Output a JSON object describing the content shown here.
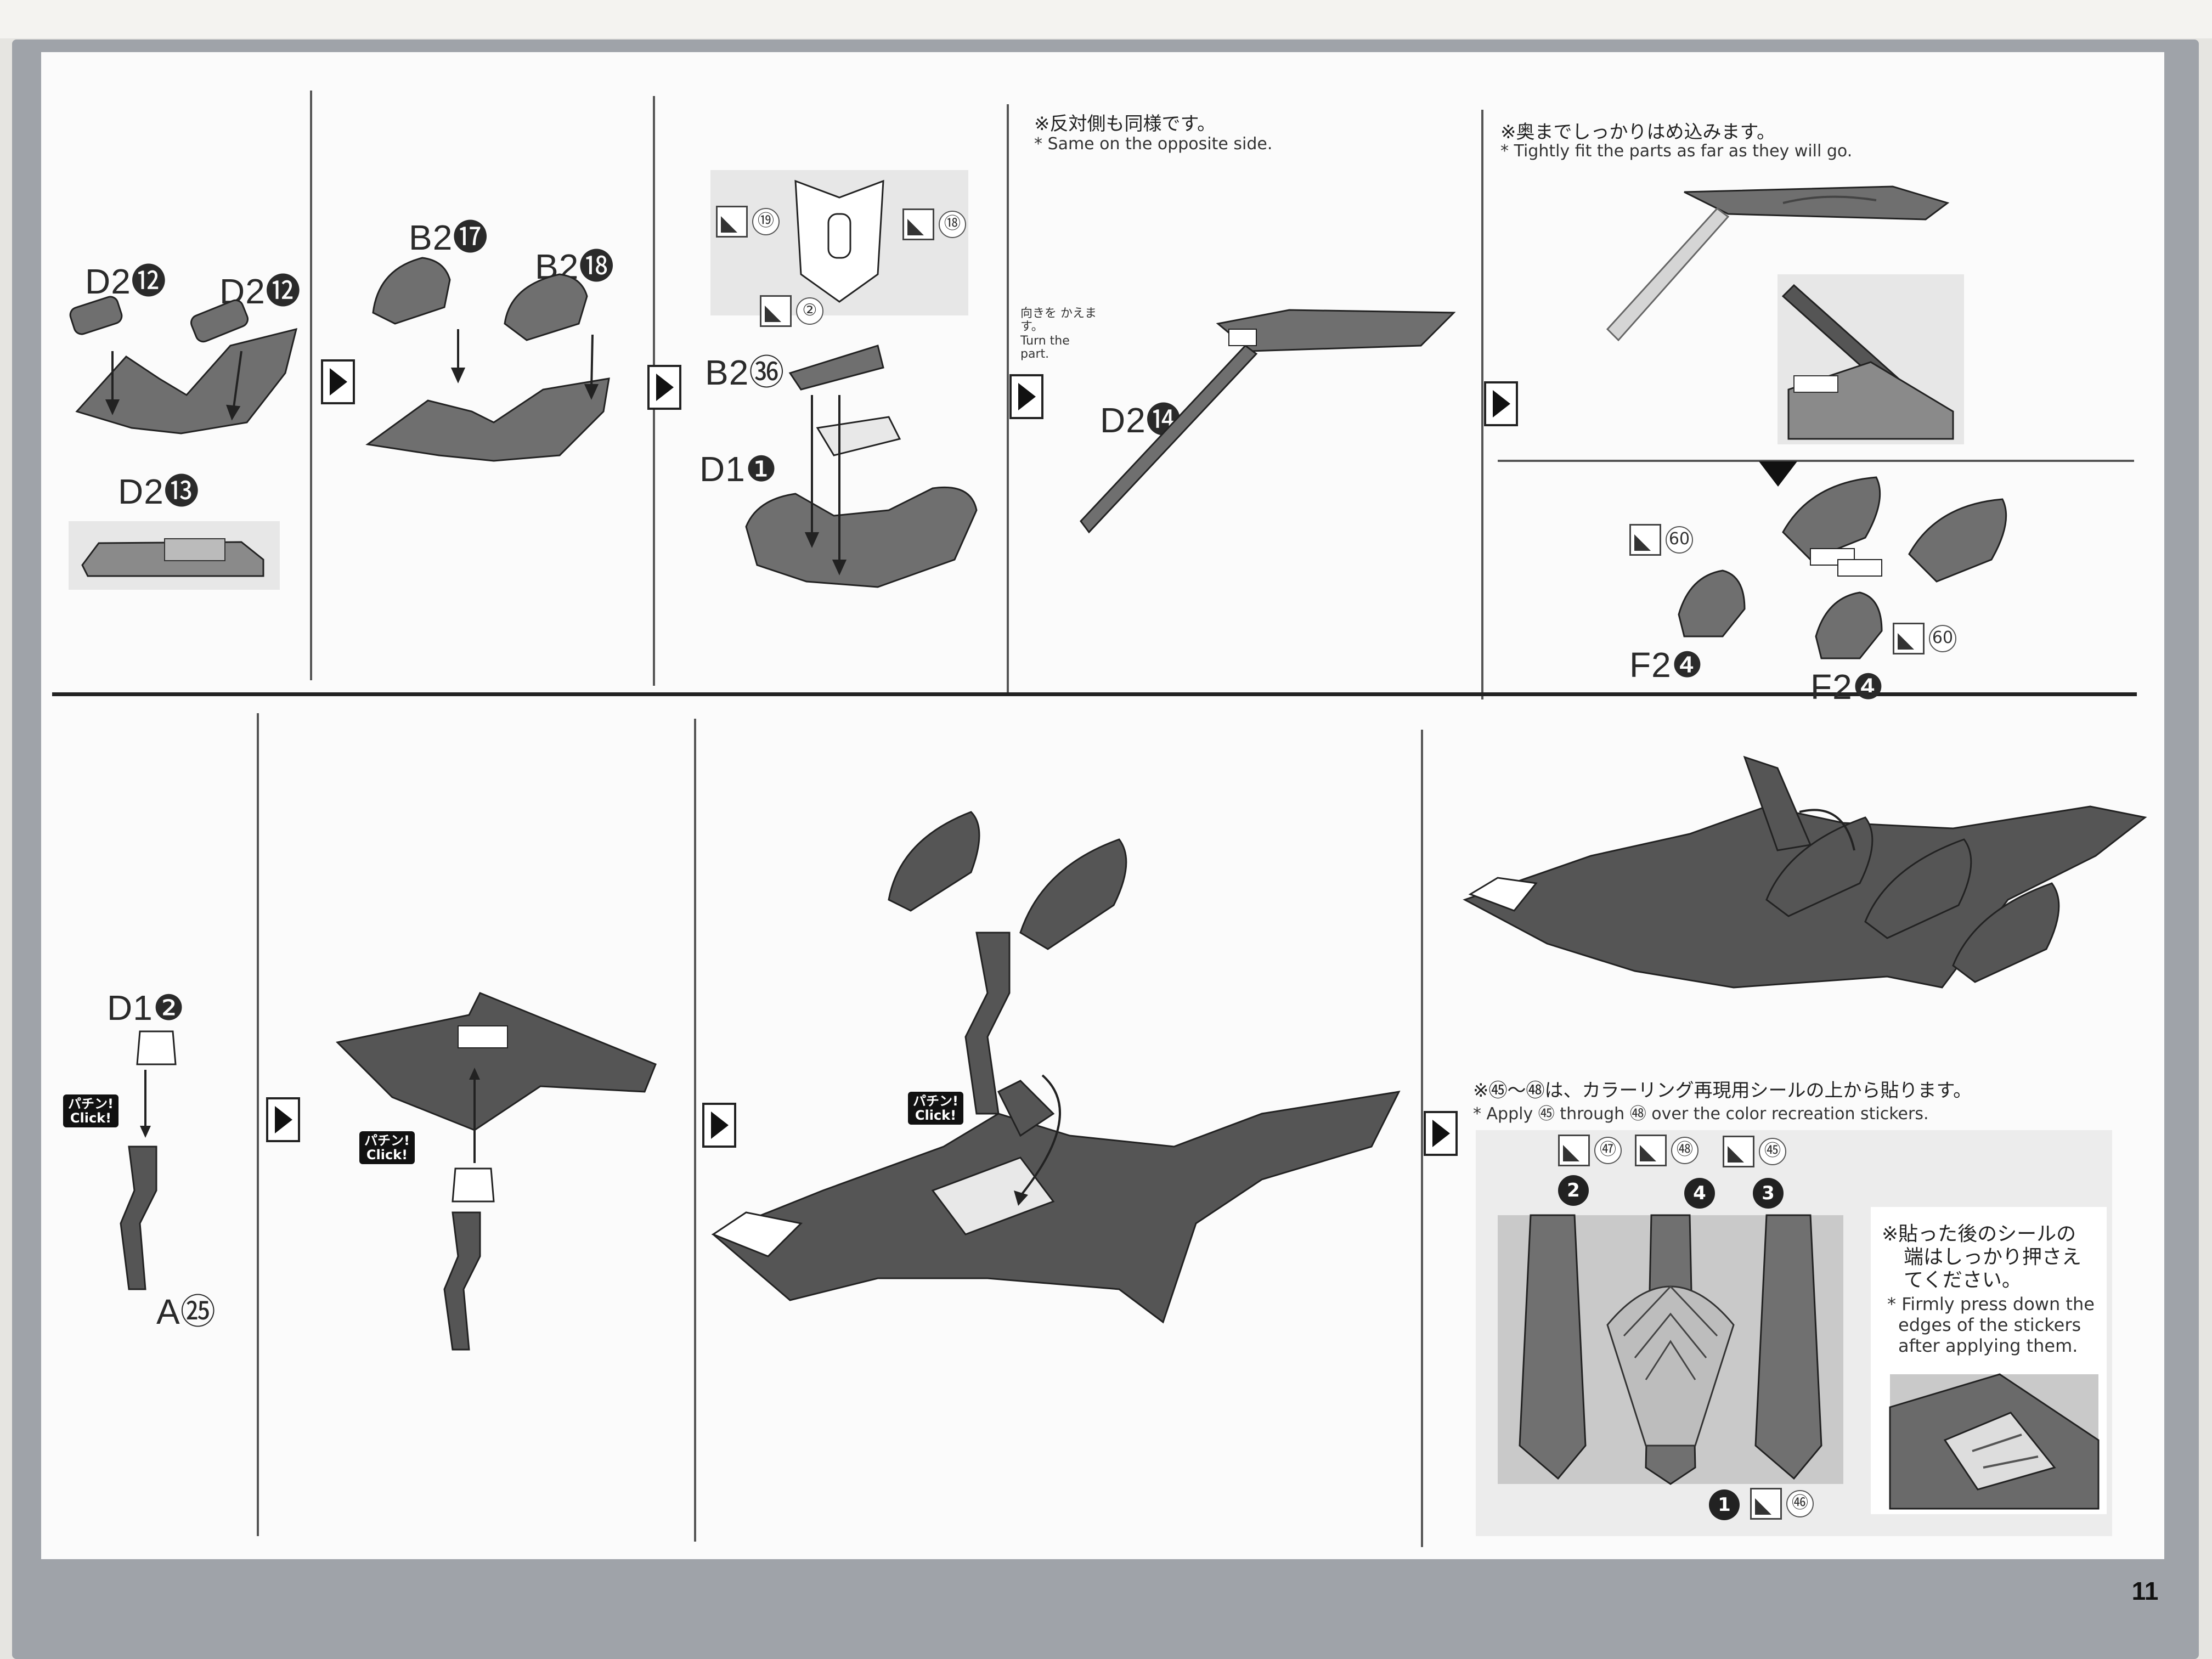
{
  "page_number": "11",
  "steps_top": [
    {
      "parts": [
        "D2⓬",
        "D2⓬",
        "D2⓭"
      ]
    },
    {
      "parts": [
        "B2⓱",
        "B2⓲"
      ]
    },
    {
      "parts": [
        "B2㊱",
        "D1❶"
      ],
      "stickers": [
        "⑲",
        "⑱",
        "②"
      ]
    },
    {
      "parts": [
        "D2⓮"
      ],
      "note_jp": "※反対側も同様です。",
      "note_en": "* Same on the opposite side.",
      "small_note_jp": "向きを かえます。",
      "small_note_en": "Turn the part."
    },
    {
      "parts": [
        "F2❹",
        "F2❹"
      ],
      "stickers": [
        "60",
        "60"
      ],
      "note_jp": "※奥までしっかりはめ込みます。",
      "note_en": "* Tightly fit the parts as far as they will go."
    }
  ],
  "steps_bottom": [
    {
      "parts": [
        "D1❷",
        "A㉕"
      ],
      "click": "パチン! Click!"
    },
    {
      "click": "パチン! Click!"
    },
    {
      "click": "パチン! Click!"
    },
    {
      "note_jp": "※㊺〜㊽は、カラーリング再現用シールの上から貼ります。",
      "note_en": "* Apply ㊺ through ㊽ over the color recreation stickers.",
      "stickers": [
        "㊼",
        "㊽",
        "㊺",
        "㊻"
      ],
      "markers": [
        "2",
        "4",
        "3",
        "1"
      ],
      "tip_jp": [
        "※貼った後のシールの",
        "端はしっかり押さえ",
        "てください。"
      ],
      "tip_en": [
        "* Firmly press down the",
        "edges of the stickers",
        "after applying them."
      ]
    }
  ]
}
